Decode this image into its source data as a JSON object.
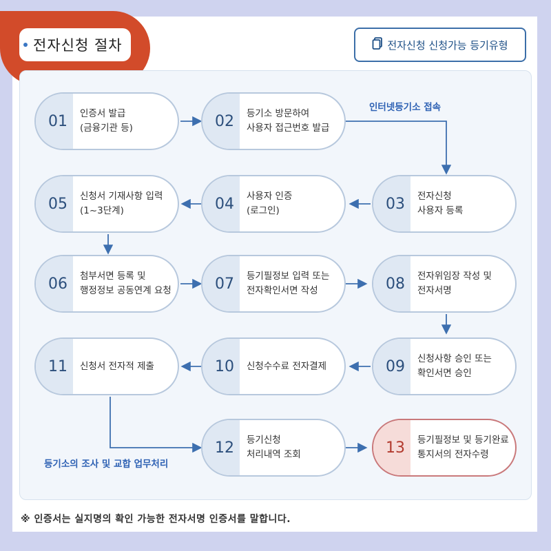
{
  "title": "전자신청 절차",
  "registry_button": {
    "label": "전자신청 신청가능 등기유형",
    "icon": "document-icon"
  },
  "steps": [
    {
      "num": "01",
      "label": "인증서 발급\n(금융기관 등)"
    },
    {
      "num": "02",
      "label": "등기소 방문하여\n사용자 접근번호 발급"
    },
    {
      "num": "03",
      "label": "전자신청\n사용자 등록"
    },
    {
      "num": "04",
      "label": "사용자 인증\n(로그인)"
    },
    {
      "num": "05",
      "label": "신청서 기재사항 입력\n(1~3단계)"
    },
    {
      "num": "06",
      "label": "첨부서면 등록 및\n행정정보 공동연계 요청"
    },
    {
      "num": "07",
      "label": "등기필정보 입력 또는\n전자확인서면 작성"
    },
    {
      "num": "08",
      "label": "전자위임장 작성 및\n전자서명"
    },
    {
      "num": "09",
      "label": "신청사항 승인 또는\n확인서면 승인"
    },
    {
      "num": "10",
      "label": "신청수수료 전자결제"
    },
    {
      "num": "11",
      "label": "신청서 전자적 제출"
    },
    {
      "num": "12",
      "label": "등기신청\n처리내역 조회"
    },
    {
      "num": "13",
      "label": "등기필정보 및 등기완료\n통지서의 전자수령"
    }
  ],
  "notes": {
    "internet": "인터넷등기소 접속",
    "registry": "등기소의 조사 및 교합 업무처리"
  },
  "footer": "※ 인증서는 실지명의 확인 가능한 전자서명 인증서를 말합니다.",
  "colors": {
    "accent": "#d24b2a",
    "blue": "#2f62b4",
    "final": "#c9787a"
  }
}
